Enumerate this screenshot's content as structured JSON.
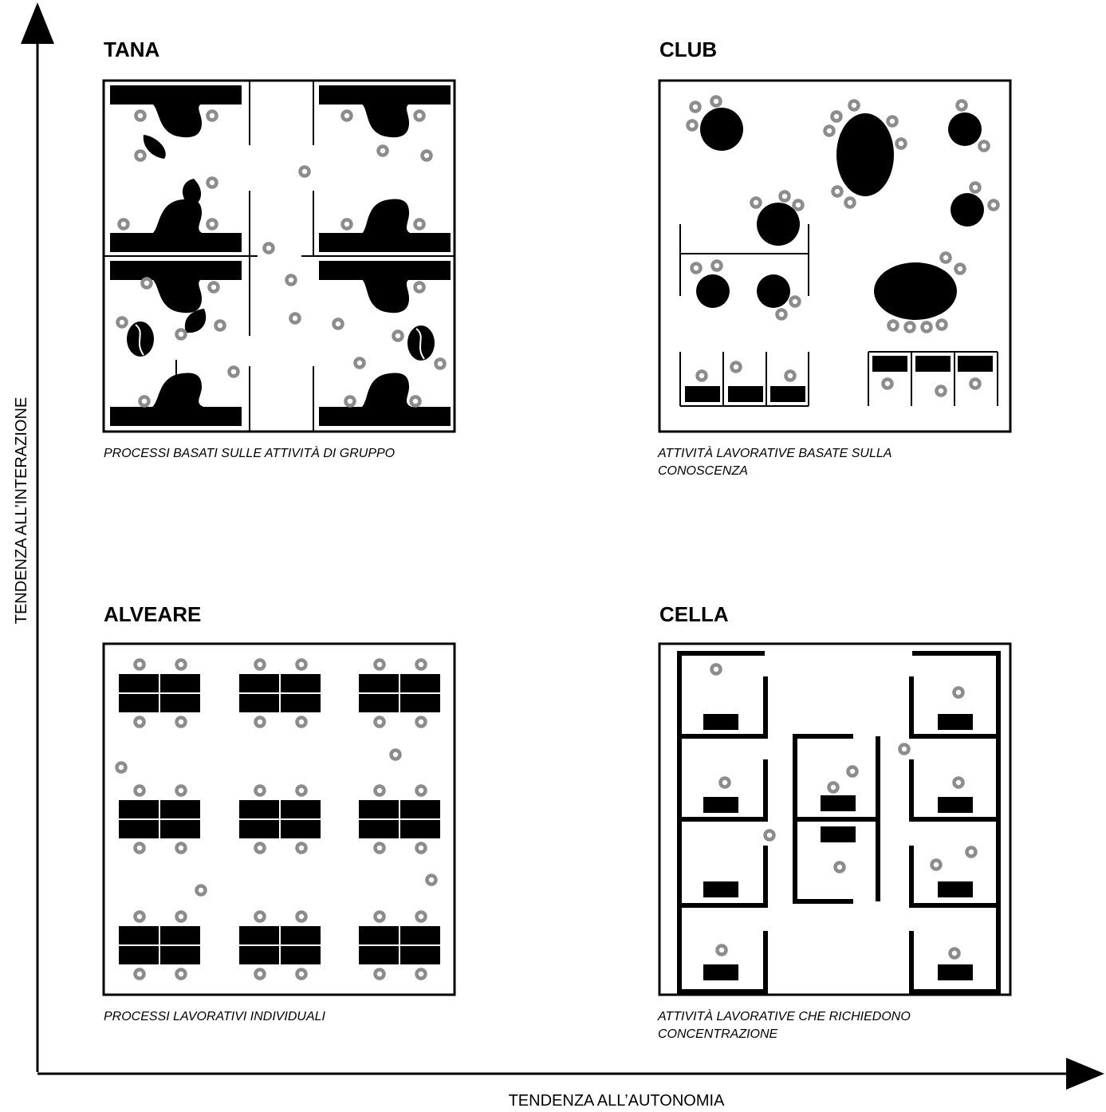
{
  "axes": {
    "y_label": "TENDENZA ALL’INTERAZIONE",
    "x_label": "TENDENZA ALL’AUTONOMIA"
  },
  "quadrants": {
    "tana": {
      "title": "TANA",
      "caption": "PROCESSI BASATI SULLE ATTIVITÀ DI GRUPPO"
    },
    "club": {
      "title": "CLUB",
      "caption_line1": "ATTIVITÀ LAVORATIVE BASATE SULLA",
      "caption_line2": "CONOSCENZA"
    },
    "alveare": {
      "title": "ALVEARE",
      "caption": "PROCESSI LAVORATIVI INDIVIDUALI"
    },
    "cella": {
      "title": "CELLA",
      "caption_line1": "ATTIVITÀ LAVORATIVE CHE RICHIEDONO",
      "caption_line2": "CONCENTRAZIONE"
    }
  },
  "colors": {
    "furniture": "#000000",
    "person_ring": "#8c8c8c",
    "background": "#ffffff"
  },
  "icons": {
    "person": "person-marker-icon",
    "arrow": "arrow-head-icon"
  }
}
